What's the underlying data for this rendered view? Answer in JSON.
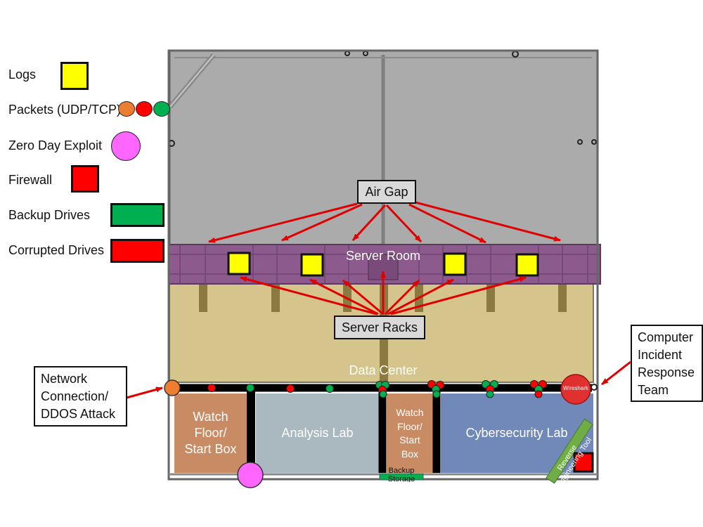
{
  "legend": {
    "logs": "Logs",
    "packets": "Packets (UDP/TCP)",
    "zero_day": "Zero Day Exploit",
    "firewall": "Firewall",
    "backup_drives": "Backup Drives",
    "corrupted_drives": "Corrupted Drives"
  },
  "labels": {
    "air_gap": "Air Gap",
    "server_room": "Server Room",
    "server_racks": "Server Racks",
    "data_center": "Data Center",
    "analysis_lab": "Analysis Lab",
    "cybersecurity_lab": "Cybersecurity Lab",
    "wireshark": "Wireshark",
    "reverse_engineering_tool": "Reverse Engineering Tool",
    "backup_storage": "Backup Storage"
  },
  "watch_floor_large": [
    "Watch",
    "Floor/",
    "Start Box"
  ],
  "watch_floor_small": [
    "Watch",
    "Floor/",
    "Start",
    "Box"
  ],
  "callouts": {
    "network_connection": [
      "Network",
      "Connection/",
      "DDOS Attack"
    ],
    "cirt": [
      "Computer",
      "Incident",
      "Response",
      "Team"
    ]
  },
  "colors": {
    "log_yellow": "#ffff00",
    "packet_orange": "#ed7d31",
    "packet_red": "#ff0000",
    "packet_green": "#00b050",
    "zero_day_pink": "#ff66ff",
    "firewall_red": "#ff0000",
    "backup_green": "#00b050",
    "corrupted_red": "#ff0000",
    "arrow_red": "#e00000",
    "server_room_purple": "#8c5a8c",
    "data_center_tan": "#d5c48c",
    "watch_floor_orange": "#c98b63",
    "analysis_lab_gray": "#a9b9bf",
    "cyber_lab_blue": "#7189b8",
    "air_gap_gray": "#ababab"
  }
}
